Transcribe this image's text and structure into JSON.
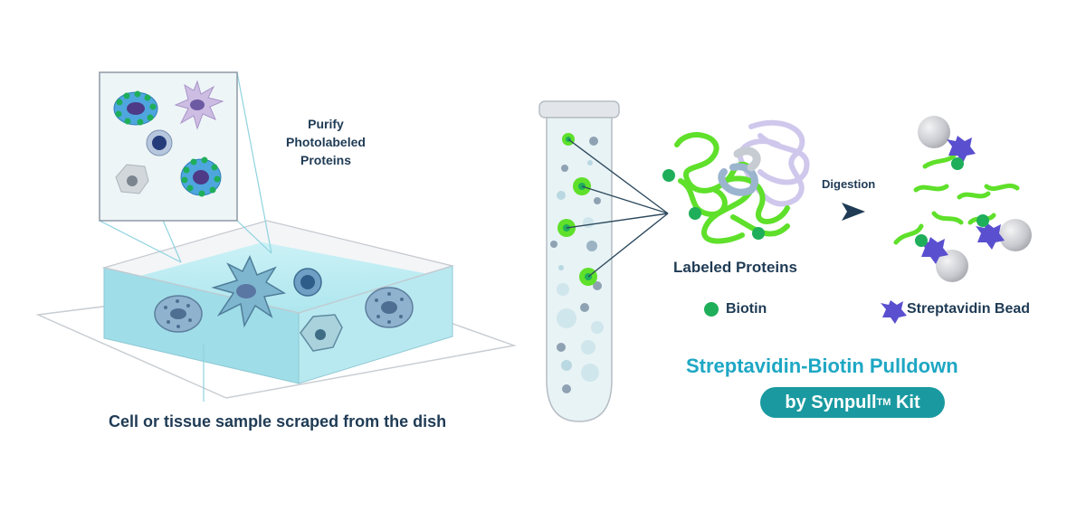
{
  "labels": {
    "purify": "Purify\nPhotolabeled\nProteins",
    "sample_caption": "Cell or tissue sample scraped from the dish",
    "labeled_proteins": "Labeled Proteins",
    "digestion": "Digestion",
    "biotin": "Biotin",
    "streptavidin_bead": "Streptavidin Bead",
    "pulldown_title": "Streptavidin-Biotin Pulldown",
    "kit_prefix": "by Synpull",
    "kit_tm": "TM",
    "kit_suffix": " Kit"
  },
  "icons": [
    "biotin-dot-icon",
    "streptavidin-star-icon",
    "bead-sphere-icon",
    "arrow-head-icon",
    "test-tube-icon",
    "petri-dish-icon"
  ],
  "colors": {
    "text_dark": "#1f3b55",
    "accent_teal": "#1ea7c4",
    "pill": "#1a9aa0",
    "biotin": "#1fae5a",
    "protein_green": "#5fe02a",
    "streptavidin": "#5a4fcf",
    "liquid": "#b7ecf2",
    "bead": "#d5d6da"
  }
}
